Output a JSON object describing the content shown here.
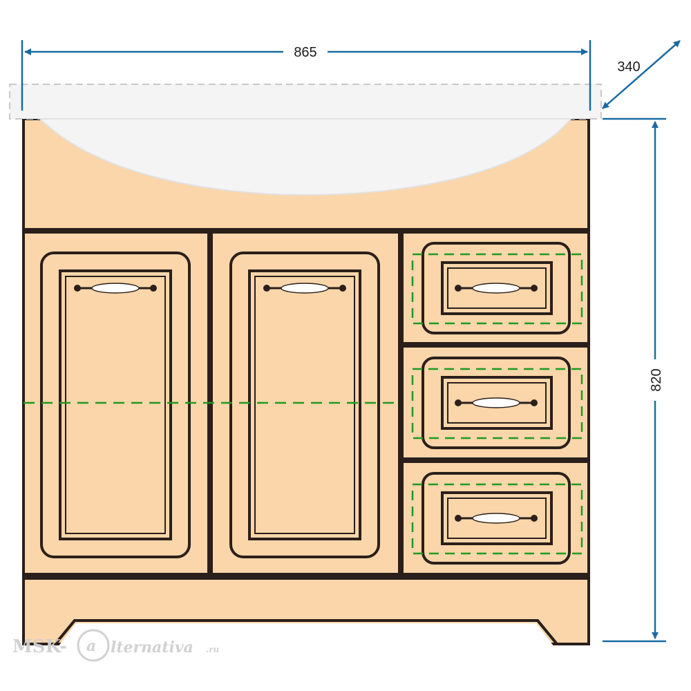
{
  "dimensions": {
    "width": "865",
    "depth": "340",
    "height": "820"
  },
  "watermark": {
    "prefix": "MSK-",
    "suffix": "lternativa",
    "domain": ".ru"
  },
  "colors": {
    "cabinet_fill": "#fad6aa",
    "outline": "#2a1f1a",
    "dimension_arrow": "#1a6aa3",
    "hidden_line": "#1e9a1e",
    "sink": "#f4f4f4"
  }
}
